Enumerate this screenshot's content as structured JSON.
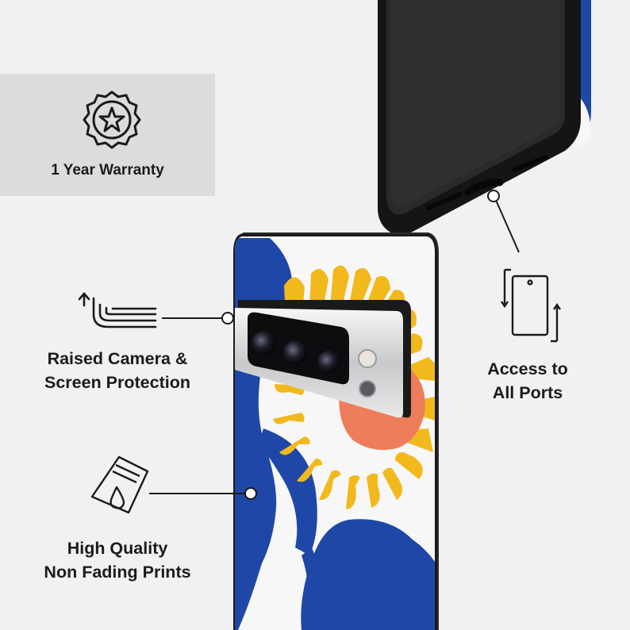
{
  "badges": {
    "warranty": {
      "label": "1 Year Warranty",
      "icon": "star-seal-icon"
    },
    "camera": {
      "line1": "Raised Camera &",
      "line2": "Screen Protection",
      "icon": "raised-edge-icon"
    },
    "ports": {
      "line1": "Access to",
      "line2": "All Ports",
      "icon": "phone-rotate-icon"
    },
    "prints": {
      "line1": "High Quality",
      "line2": "Non Fading Prints",
      "icon": "ink-print-icon"
    }
  },
  "colors": {
    "background": "#f1f1f3",
    "panel": "#dcdcde",
    "case_blue": "#1f47a8",
    "petal_yellow": "#f2b91c",
    "sun_orange": "#ee7d5c",
    "text": "#1b1b1b"
  }
}
